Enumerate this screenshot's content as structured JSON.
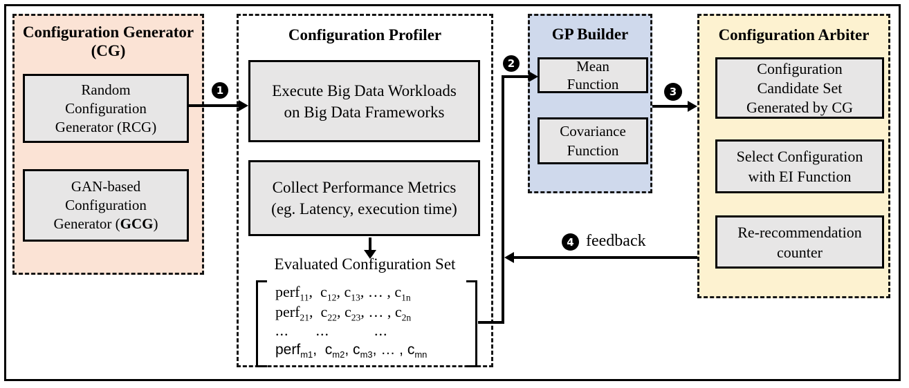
{
  "panels": {
    "cg": {
      "title_line1": "Configuration Generator",
      "title_line2": "(CG)",
      "rcg": {
        "line1": "Random",
        "line2": "Configuration",
        "line3_prefix": "Generator (",
        "acronym": "RCG",
        "line3_suffix": ")"
      },
      "gcg": {
        "line1": "GAN-based",
        "line2": "Configuration",
        "line3_prefix": "Generator (",
        "acronym": "GCG",
        "line3_suffix": ")"
      }
    },
    "profiler": {
      "title": "Configuration Profiler",
      "execute_box": {
        "line1": "Execute Big Data Workloads",
        "line2": "on Big Data Frameworks"
      },
      "collect_box": {
        "line1": "Collect Performance Metrics",
        "line2": "(eg. Latency, execution time)"
      },
      "evaluated_label": "Evaluated Configuration Set",
      "matrix": {
        "row1": [
          "perf",
          "11",
          ",  c",
          "12",
          ", c",
          "13",
          ", … , c",
          "1n"
        ],
        "row2": [
          "perf",
          "21",
          ",  c",
          "22",
          ", c",
          "23",
          ", … , c",
          "2n"
        ],
        "dots": "...      ...          ...",
        "row4": [
          "perf",
          "m1",
          ",  c",
          "m2",
          ", c",
          "m3",
          ", … , c",
          "mn"
        ]
      }
    },
    "gp_builder": {
      "title": "GP Builder",
      "mean_box": {
        "line1": "Mean",
        "line2": "Function"
      },
      "covariance_box": {
        "line1": "Covariance",
        "line2": "Function"
      }
    },
    "arbiter": {
      "title": "Configuration Arbiter",
      "candidate_box": {
        "line1": "Configuration",
        "line2": "Candidate Set",
        "line3": "Generated by CG"
      },
      "select_box": {
        "line1": "Select Configuration",
        "line2": "with EI Function"
      },
      "counter_box": {
        "line1": "Re-recommendation",
        "line2": "counter"
      }
    }
  },
  "connectors": {
    "step1": "1",
    "step2": "2",
    "step3": "3",
    "step4": "4",
    "feedback_label": "feedback"
  },
  "colors": {
    "cg_bg": "#fbe3d5",
    "gp_bg": "#cfd9ec",
    "arbiter_bg": "#fdf2d0",
    "box_bg": "#e7e6e6",
    "line": "#000000"
  }
}
